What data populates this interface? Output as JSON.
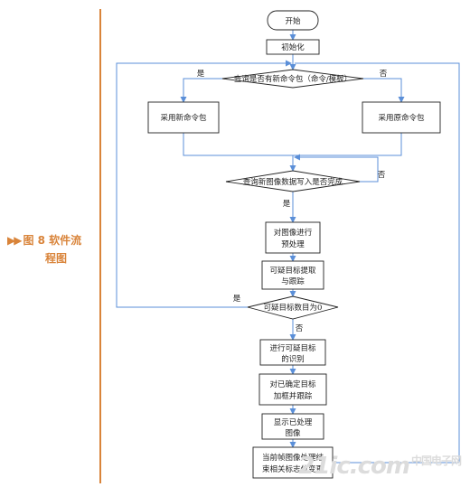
{
  "caption": {
    "arrows": "▶▶",
    "line1": "图 8  软件流",
    "line2": "程图"
  },
  "nodes": {
    "start": "开始",
    "init": "初始化",
    "check_cmd": "查询是否有新命令包（命令/模板）",
    "use_new": "采用新命令包",
    "use_old": "采用原命令包",
    "check_img_l1": "查询新图像数据写入是否完成",
    "preprocess_l1": "对图像进行",
    "preprocess_l2": "预处理",
    "extract_l1": "可疑目标提取",
    "extract_l2": "与跟踪",
    "count_check": "可疑目标数目为0",
    "identify_l1": "进行可疑目标",
    "identify_l2": "的识别",
    "track_l1": "对已确定目标",
    "track_l2": "加框并跟踪",
    "display_l1": "显示已处理",
    "display_l2": "图像",
    "flag_l1": "当前帧图像处理结",
    "flag_l2": "束相关标志位变更"
  },
  "labels": {
    "yes": "是",
    "no": "否"
  },
  "watermark": {
    "text": "21ic.com",
    "sub": "中国电子网"
  },
  "colors": {
    "arrow": "#5b8fd8",
    "box": "#222222",
    "accent": "#d9843a"
  }
}
